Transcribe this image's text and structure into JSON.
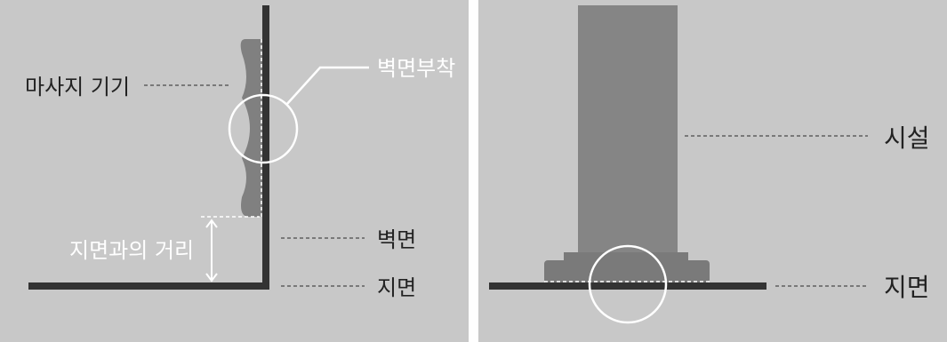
{
  "left_panel": {
    "labels": {
      "massage_device": "마사지 기기",
      "wall_attached": "벽면부착",
      "ground_distance": "지면과의 거리",
      "wall": "벽면",
      "ground": "지면"
    }
  },
  "right_panel": {
    "labels": {
      "facility": "시설",
      "ground": "지면"
    }
  },
  "colors": {
    "background": "#c8c8c8",
    "line_dark": "#333333",
    "device": "#808080",
    "pillar": "#858585",
    "base": "#7a7a7a",
    "highlight": "#ffffff",
    "leader": "#4a4a4a"
  }
}
